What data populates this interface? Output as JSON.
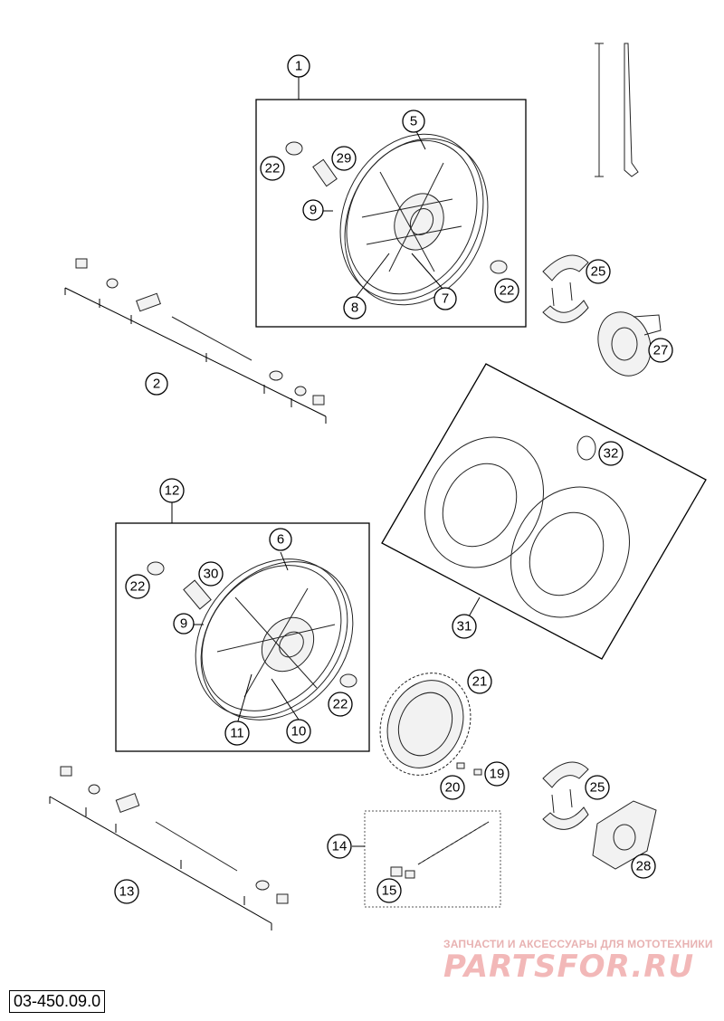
{
  "diagram": {
    "code": "03-450.09.0",
    "watermark": {
      "tagline": "ЗАПЧАСТИ И АКСЕССУАРЫ ДЛЯ МОТОТЕХНИКИ",
      "logo": "PARTSFOR.RU"
    },
    "callouts": [
      "1",
      "2",
      "5",
      "7",
      "8",
      "9",
      "22",
      "29",
      "22",
      "25",
      "27",
      "31",
      "32",
      "12",
      "30",
      "22",
      "6",
      "9",
      "11",
      "10",
      "22",
      "21",
      "20",
      "19",
      "25",
      "14",
      "15",
      "13",
      "28"
    ]
  }
}
